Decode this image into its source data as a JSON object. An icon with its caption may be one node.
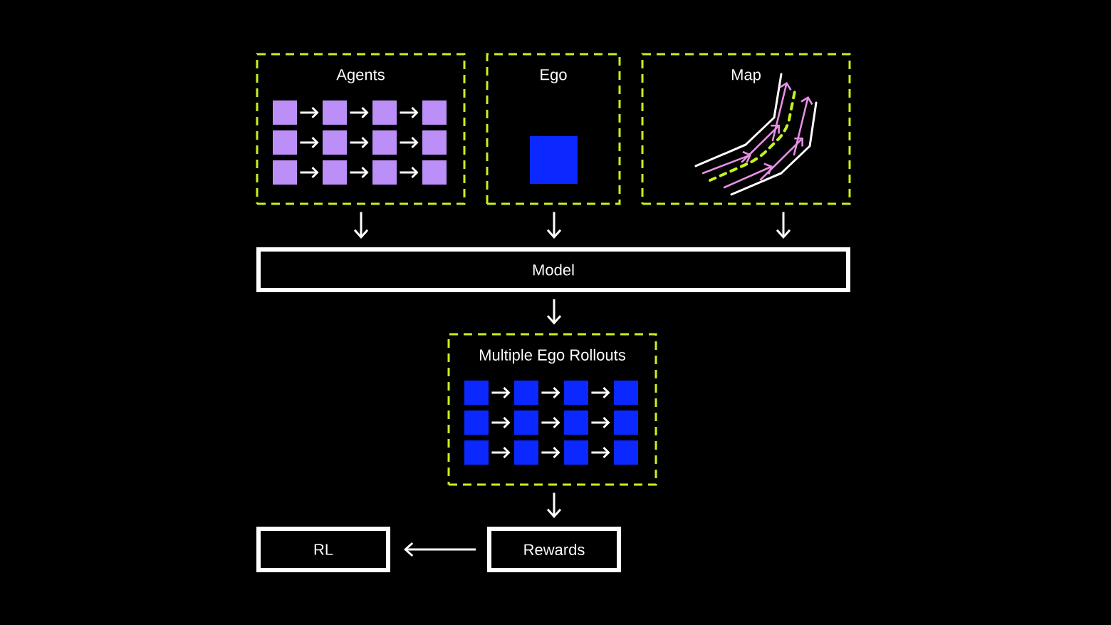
{
  "diagram": {
    "nodes": [
      {
        "text": [
          "Agents"
        ]
      },
      {
        "text": [],
        "shape": "box",
        "in": 0
      },
      {
        "text": [],
        "shape": "box",
        "in": 0
      },
      {
        "text": [],
        "shape": "box",
        "in": 0
      },
      {
        "text": [],
        "shape": "box",
        "in": 0
      },
      {
        "text": [],
        "shape": "box",
        "in": 0
      },
      {
        "text": [],
        "shape": "box",
        "in": 0
      },
      {
        "text": [],
        "shape": "box",
        "in": 0
      },
      {
        "text": [],
        "shape": "box",
        "in": 0
      },
      {
        "text": [],
        "shape": "box",
        "in": 0
      },
      {
        "text": [],
        "shape": "box",
        "in": 0
      },
      {
        "text": [],
        "shape": "box",
        "in": 0
      },
      {
        "text": [],
        "shape": "box",
        "in": 0
      },
      {
        "text": [
          "Ego"
        ]
      },
      {
        "text": [],
        "shape": "box",
        "in": 13
      },
      {
        "text": [
          "Map"
        ]
      },
      {
        "text": [
          "Model"
        ]
      },
      {
        "text": [
          "Multiple Ego Rollouts"
        ]
      },
      {
        "text": [],
        "shape": "box",
        "in": 17
      },
      {
        "text": [],
        "shape": "box",
        "in": 17
      },
      {
        "text": [],
        "shape": "box",
        "in": 17
      },
      {
        "text": [],
        "shape": "box",
        "in": 17
      },
      {
        "text": [],
        "shape": "box",
        "in": 17
      },
      {
        "text": [],
        "shape": "box",
        "in": 17
      },
      {
        "text": [],
        "shape": "box",
        "in": 17
      },
      {
        "text": [],
        "shape": "box",
        "in": 17
      },
      {
        "text": [],
        "shape": "box",
        "in": 17
      },
      {
        "text": [],
        "shape": "box",
        "in": 17
      },
      {
        "text": [],
        "shape": "box",
        "in": 17
      },
      {
        "text": [],
        "shape": "box",
        "in": 17
      },
      {
        "text": [
          "RL"
        ]
      },
      {
        "text": [
          "Rewards"
        ]
      }
    ],
    "edges": [
      {
        "from": 1,
        "to": 2,
        "arrow": "to"
      },
      {
        "from": 2,
        "to": 3,
        "arrow": "to"
      },
      {
        "from": 3,
        "to": 4,
        "arrow": "to"
      },
      {
        "from": 5,
        "to": 6,
        "arrow": "to"
      },
      {
        "from": 6,
        "to": 7,
        "arrow": "to"
      },
      {
        "from": 7,
        "to": 8,
        "arrow": "to"
      },
      {
        "from": 9,
        "to": 10,
        "arrow": "to"
      },
      {
        "from": 10,
        "to": 11,
        "arrow": "to"
      },
      {
        "from": 11,
        "to": 12,
        "arrow": "to"
      },
      {
        "from": 0,
        "to": 16,
        "arrow": "to"
      },
      {
        "from": 13,
        "to": 16,
        "arrow": "to"
      },
      {
        "from": 15,
        "to": 16,
        "arrow": "to"
      },
      {
        "from": 16,
        "to": 17,
        "arrow": "to"
      },
      {
        "from": 18,
        "to": 19,
        "arrow": "to"
      },
      {
        "from": 19,
        "to": 20,
        "arrow": "to"
      },
      {
        "from": 20,
        "to": 21,
        "arrow": "to"
      },
      {
        "from": 22,
        "to": 23,
        "arrow": "to"
      },
      {
        "from": 23,
        "to": 24,
        "arrow": "to"
      },
      {
        "from": 24,
        "to": 25,
        "arrow": "to"
      },
      {
        "from": 26,
        "to": 27,
        "arrow": "to"
      },
      {
        "from": 27,
        "to": 28,
        "arrow": "to"
      },
      {
        "from": 28,
        "to": 29,
        "arrow": "to"
      },
      {
        "from": 17,
        "to": 31,
        "arrow": "to"
      },
      {
        "from": 31,
        "to": 30,
        "arrow": "to"
      }
    ]
  }
}
